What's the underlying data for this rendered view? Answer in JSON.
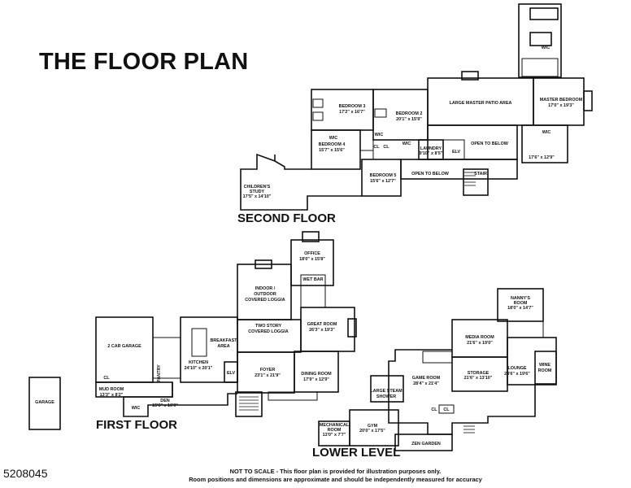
{
  "title": "THE FLOOR PLAN",
  "listing_id": "5208045",
  "disclaimer": {
    "line1": "NOT TO SCALE - This floor plan is provided for illustration purposes only.",
    "line2": "Room positions and dimensions are approximate and should be independently measured for accuracy"
  },
  "floors": {
    "second": "SECOND FLOOR",
    "first": "FIRST FLOOR",
    "lower": "LOWER LEVEL"
  },
  "rooms": {
    "bedroom3": {
      "name": "BEDROOM 3",
      "dim": "17'2\" x 16'7\""
    },
    "bedroom2": {
      "name": "BEDROOM 2",
      "dim": "20'1\" x 15'9\""
    },
    "bedroom4": {
      "name": "BEDROOM 4",
      "dim": "15'7\" x 15'6\""
    },
    "bedroom5": {
      "name": "BEDROOM 5",
      "dim": "15'6\" x 12'7\""
    },
    "laundry": {
      "name": "LAUNDRY",
      "dim": "9'10\" x 8'5\""
    },
    "patio": {
      "name": "LARGE MASTER PATIO AREA"
    },
    "open_below_1": {
      "name": "OPEN TO BELOW"
    },
    "open_below_2": {
      "name": "OPEN TO BELOW"
    },
    "master": {
      "name": "MASTER BEDROOM",
      "dim": "17'0\" x 19'3\""
    },
    "master_sitting": {
      "dim": "17'6\" x 12'9\""
    },
    "study": {
      "name": "CHILDREN'S",
      "name2": "STUDY",
      "dim": "17'5\" x 14'10\""
    },
    "office": {
      "name": "OFFICE",
      "dim": "18'0\" x 15'8\""
    },
    "loggia": {
      "name": "INDOOR /",
      "name2": "OUTDOOR",
      "name3": "COVERED LOGGIA"
    },
    "wet_bar": {
      "name": "WET BAR"
    },
    "two_story": {
      "name": "TWO STORY",
      "name2": "COVERED LOGGIA"
    },
    "great_room": {
      "name": "GREAT ROOM",
      "dim": "26'3\" x 19'3\""
    },
    "garage2": {
      "name": "2 CAR GARAGE"
    },
    "breakfast": {
      "name": "BREAKFAST",
      "name2": "AREA"
    },
    "kitchen": {
      "name": "KITCHEN",
      "dim": "24'10\" x 20'1\""
    },
    "pantry": {
      "name": "PANTRY"
    },
    "elv": {
      "name": "ELV"
    },
    "foyer": {
      "name": "FOYER",
      "dim": "23'1\" x 21'9\""
    },
    "dining": {
      "name": "DINING ROOM",
      "dim": "17'9\" x 12'9\""
    },
    "mud": {
      "name": "MUD ROOM",
      "dim": "13'3\" x 8'2\""
    },
    "den": {
      "name": "DEN",
      "dim": "15'6\" x 16'0\""
    },
    "garage": {
      "name": "GARAGE"
    },
    "nanny": {
      "name": "NANNY'S",
      "name2": "ROOM",
      "dim": "18'0\" x 14'7\""
    },
    "media": {
      "name": "MEDIA ROOM",
      "dim": "21'6\" x 19'0\""
    },
    "storage": {
      "name": "STORAGE",
      "dim": "21'6\" x 13'10\""
    },
    "lounge": {
      "name": "LOUNGE",
      "dim": "24'6\" x 19'6\""
    },
    "wine": {
      "name": "WINE",
      "name2": "ROOM"
    },
    "game": {
      "name": "GAME ROOM",
      "dim": "28'4\" x 21'4\""
    },
    "steam": {
      "name": "LARGE STEAM",
      "name2": "SHOWER"
    },
    "mech": {
      "name": "MECHANICAL",
      "name2": "ROOM",
      "dim": "13'0\" x 7'7\""
    },
    "gym": {
      "name": "GYM",
      "dim": "20'0\" x 17'5\""
    },
    "zen": {
      "name": "ZEN GARDEN"
    }
  },
  "small": {
    "wic": "WIC",
    "cl": "CL",
    "elv": "ELV",
    "stair": "STAIR"
  }
}
